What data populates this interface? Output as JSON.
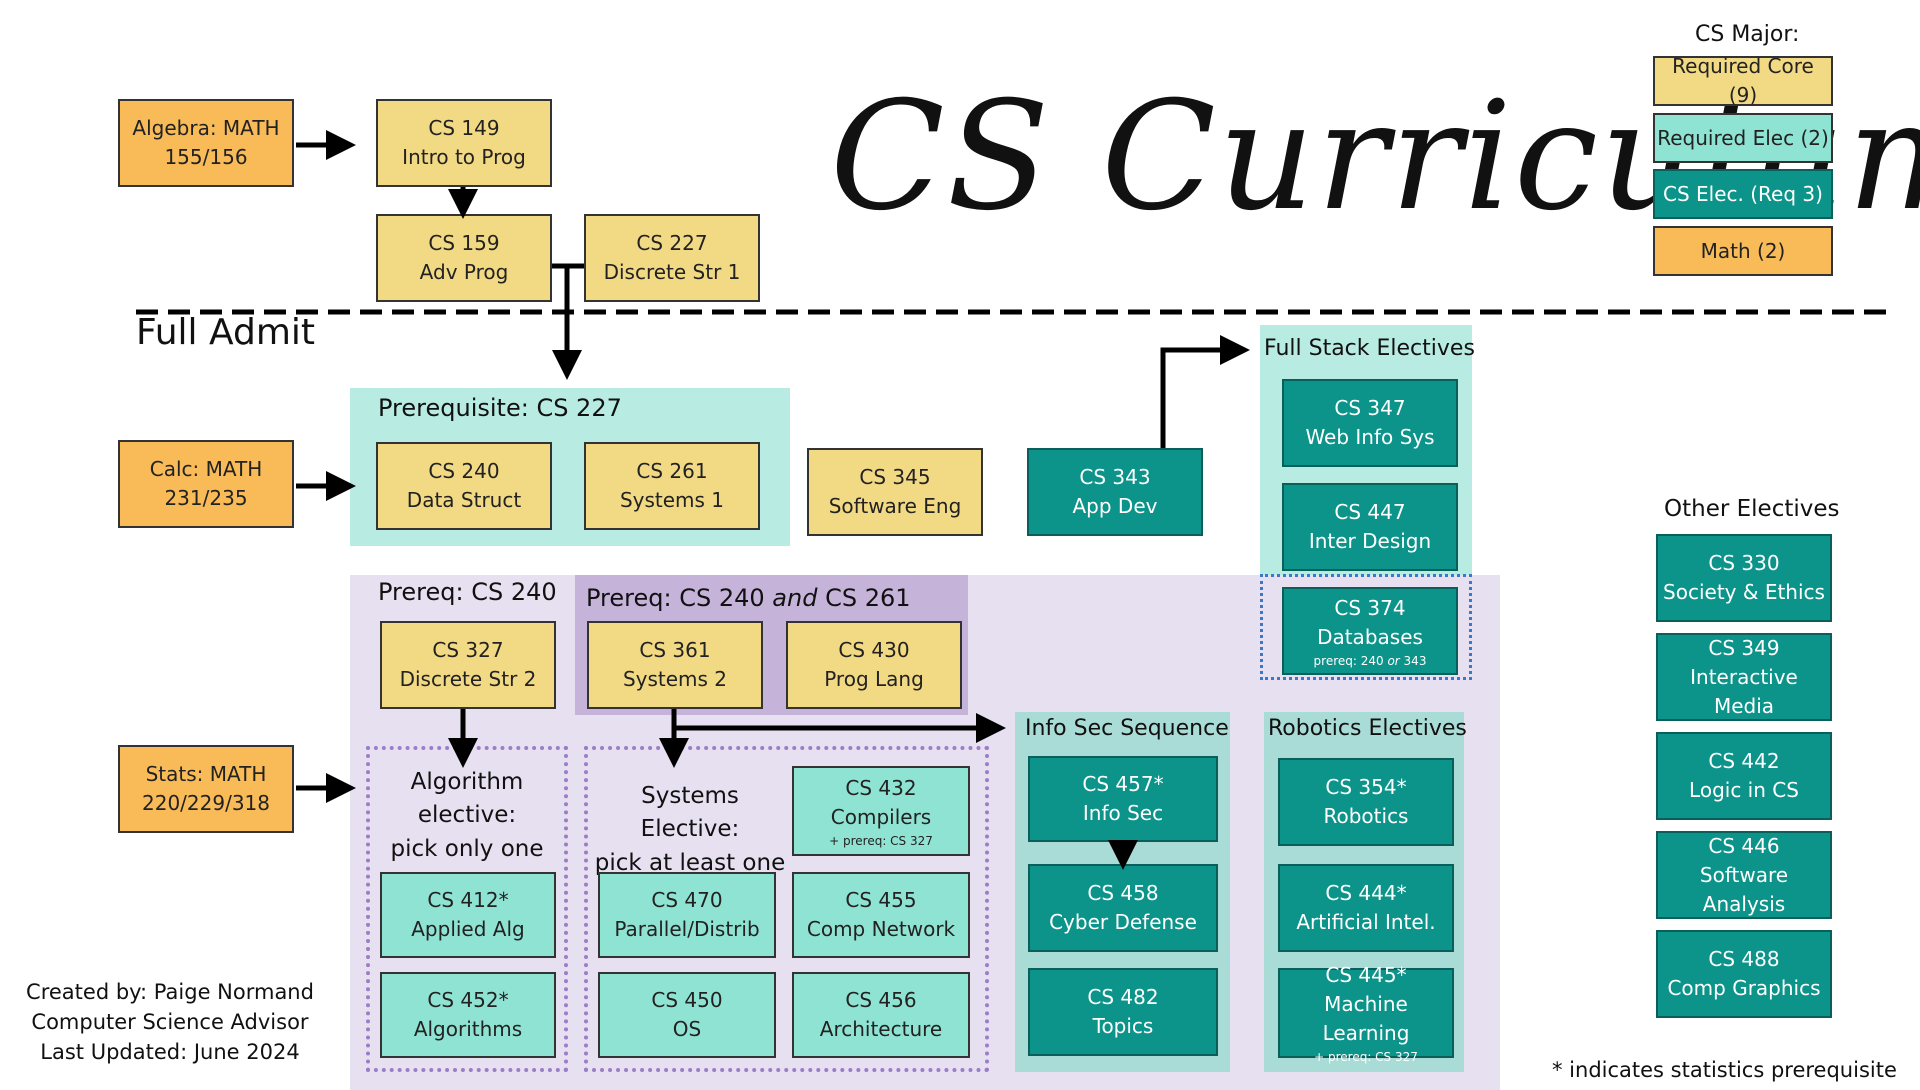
{
  "title": "CS Curriculum",
  "full_admit": "Full Admit",
  "legend": {
    "heading": "CS Major:",
    "items": [
      "Required Core (9)",
      "Required Elec (2)",
      "CS Elec. (Req 3)",
      "Math (2)"
    ]
  },
  "other_electives": {
    "heading": "Other Electives",
    "courses": [
      {
        "code": "CS 330",
        "name": "Society & Ethics"
      },
      {
        "code": "CS 349",
        "name": "Interactive Media"
      },
      {
        "code": "CS 442",
        "name": "Logic in CS"
      },
      {
        "code": "CS 446",
        "name": "Software Analysis"
      },
      {
        "code": "CS 488",
        "name": "Comp Graphics"
      }
    ]
  },
  "math": {
    "algebra": {
      "line1": "Algebra: MATH",
      "line2": "155/156"
    },
    "calc": {
      "line1": "Calc: MATH",
      "line2": "231/235"
    },
    "stats": {
      "line1": "Stats: MATH",
      "line2": "220/229/318"
    }
  },
  "courses": {
    "cs149": {
      "code": "CS 149",
      "name": "Intro to Prog"
    },
    "cs159": {
      "code": "CS 159",
      "name": "Adv Prog"
    },
    "cs227": {
      "code": "CS 227",
      "name": "Discrete Str 1"
    },
    "cs240": {
      "code": "CS 240",
      "name": "Data Struct"
    },
    "cs261": {
      "code": "CS 261",
      "name": "Systems 1"
    },
    "cs345": {
      "code": "CS 345",
      "name": "Software Eng"
    },
    "cs343": {
      "code": "CS 343",
      "name": "App Dev"
    },
    "cs347": {
      "code": "CS 347",
      "name": "Web Info Sys"
    },
    "cs447": {
      "code": "CS 447",
      "name": "Inter Design"
    },
    "cs374": {
      "code": "CS 374",
      "name": "Databases",
      "note_pre": "prereq: 240 ",
      "note_or": "or",
      "note_post": " 343"
    },
    "cs327": {
      "code": "CS 327",
      "name": "Discrete Str 2"
    },
    "cs361": {
      "code": "CS 361",
      "name": "Systems 2"
    },
    "cs430": {
      "code": "CS 430",
      "name": "Prog Lang"
    },
    "cs412": {
      "code": "CS 412*",
      "name": "Applied Alg"
    },
    "cs452": {
      "code": "CS 452*",
      "name": "Algorithms"
    },
    "cs432": {
      "code": "CS 432",
      "name": "Compilers",
      "note": "+ prereq: CS 327"
    },
    "cs470": {
      "code": "CS 470",
      "name": "Parallel/Distrib"
    },
    "cs455": {
      "code": "CS 455",
      "name": "Comp Network"
    },
    "cs450": {
      "code": "CS 450",
      "name": "OS"
    },
    "cs456": {
      "code": "CS 456",
      "name": "Architecture"
    },
    "cs457": {
      "code": "CS 457*",
      "name": "Info Sec"
    },
    "cs458": {
      "code": "CS 458",
      "name": "Cyber Defense"
    },
    "cs482": {
      "code": "CS 482",
      "name": "Topics"
    },
    "cs354": {
      "code": "CS 354*",
      "name": "Robotics"
    },
    "cs444": {
      "code": "CS 444*",
      "name": "Artificial Intel."
    },
    "cs445": {
      "code": "CS 445*",
      "name": "Machine Learning",
      "note": "+ prereq: CS 327"
    }
  },
  "groups": {
    "prereq227": "Prerequisite: CS 227",
    "prereq240": "Prereq: CS 240",
    "prereq240_261_pre": "Prereq: CS 240 ",
    "prereq240_261_and": "and",
    "prereq240_261_post": " CS 261",
    "full_stack": "Full Stack Electives",
    "info_sec": "Info Sec Sequence",
    "robotics": "Robotics Electives",
    "algorithm_elective": [
      "Algorithm",
      "elective:",
      "pick only one"
    ],
    "systems_elective": [
      "Systems Elective:",
      "pick at least one"
    ]
  },
  "credits": [
    "Created by: Paige Normand",
    "Computer Science Advisor",
    "Last Updated: June 2024"
  ],
  "footnote": "*  indicates statistics prerequisite",
  "colors": {
    "core": "#f2d983",
    "math": "#f8bb58",
    "required_elec": "#8fe3d3",
    "elec": "#0d948a",
    "lavender": "#e7e0f1",
    "purple": "#c6b3da",
    "mint": "#b8ece3",
    "teal_bg": "#a9dcd6"
  }
}
